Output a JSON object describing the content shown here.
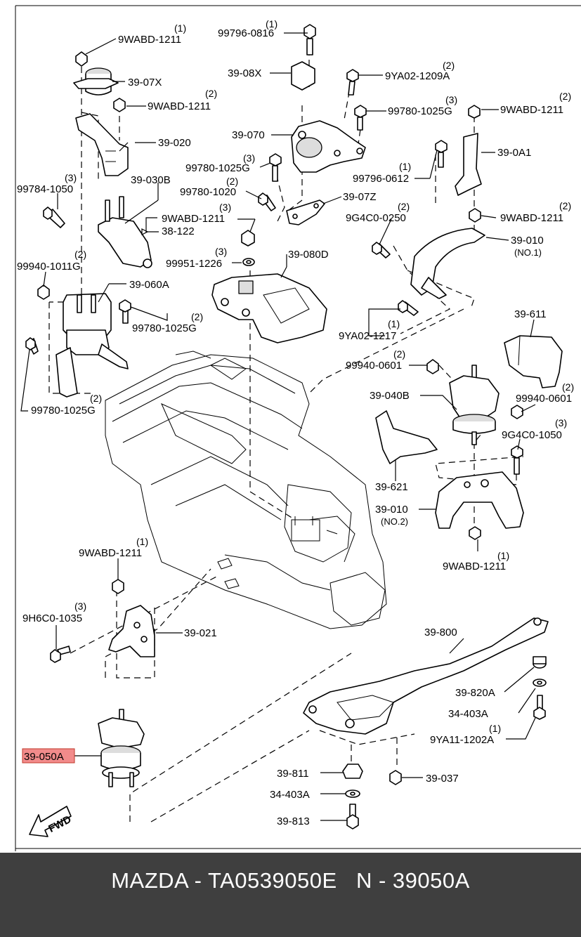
{
  "diagram": {
    "highlight_color": "#f28b8b",
    "fwd_label": "FWD",
    "parts": [
      {
        "id": "p1",
        "code": "9WABD-1211",
        "qty": "(1)"
      },
      {
        "id": "p2",
        "code": "99796-0816",
        "qty": "(1)"
      },
      {
        "id": "p3",
        "code": "39-07X",
        "qty": ""
      },
      {
        "id": "p4",
        "code": "39-08X",
        "qty": ""
      },
      {
        "id": "p5",
        "code": "9YA02-1209A",
        "qty": "(2)"
      },
      {
        "id": "p6",
        "code": "9WABD-1211",
        "qty": "(2)"
      },
      {
        "id": "p7",
        "code": "99780-1025G",
        "qty": "(3)"
      },
      {
        "id": "p8",
        "code": "9WABD-1211",
        "qty": "(2)"
      },
      {
        "id": "p9",
        "code": "39-070",
        "qty": ""
      },
      {
        "id": "p10",
        "code": "39-020",
        "qty": ""
      },
      {
        "id": "p11",
        "code": "39-0A1",
        "qty": ""
      },
      {
        "id": "p12",
        "code": "99780-1025G",
        "qty": "(3)"
      },
      {
        "id": "p13",
        "code": "99796-0612",
        "qty": "(1)"
      },
      {
        "id": "p14",
        "code": "99784-1050",
        "qty": "(3)"
      },
      {
        "id": "p15",
        "code": "39-030B",
        "qty": ""
      },
      {
        "id": "p16",
        "code": "99780-1020",
        "qty": "(2)"
      },
      {
        "id": "p17",
        "code": "39-07Z",
        "qty": ""
      },
      {
        "id": "p18",
        "code": "9WABD-1211",
        "qty": "(3)"
      },
      {
        "id": "p19",
        "code": "38-122",
        "qty": ""
      },
      {
        "id": "p20",
        "code": "9G4C0-0250",
        "qty": "(2)"
      },
      {
        "id": "p21",
        "code": "9WABD-1211",
        "qty": "(2)"
      },
      {
        "id": "p22",
        "code": "39-010",
        "qty": "",
        "note": "(NO.1)"
      },
      {
        "id": "p23",
        "code": "99940-1011G",
        "qty": "(2)"
      },
      {
        "id": "p24",
        "code": "99951-1226",
        "qty": "(3)"
      },
      {
        "id": "p25",
        "code": "39-080D",
        "qty": ""
      },
      {
        "id": "p26",
        "code": "39-060A",
        "qty": ""
      },
      {
        "id": "p27",
        "code": "99780-1025G",
        "qty": "(2)"
      },
      {
        "id": "p28",
        "code": "39-611",
        "qty": ""
      },
      {
        "id": "p29",
        "code": "9YA02-1217",
        "qty": "(1)"
      },
      {
        "id": "p30",
        "code": "99940-0601",
        "qty": "(2)"
      },
      {
        "id": "p31",
        "code": "39-040B",
        "qty": ""
      },
      {
        "id": "p32",
        "code": "99940-0601",
        "qty": "(2)"
      },
      {
        "id": "p33",
        "code": "9G4C0-1050",
        "qty": "(3)"
      },
      {
        "id": "p34",
        "code": "99780-1025G",
        "qty": "(2)"
      },
      {
        "id": "p35",
        "code": "39-621",
        "qty": ""
      },
      {
        "id": "p36",
        "code": "39-010",
        "qty": "",
        "note": "(NO.2)"
      },
      {
        "id": "p37",
        "code": "9WABD-1211",
        "qty": "(1)"
      },
      {
        "id": "p38",
        "code": "9WABD-1211",
        "qty": "(1)"
      },
      {
        "id": "p39",
        "code": "9H6C0-1035",
        "qty": "(3)"
      },
      {
        "id": "p40",
        "code": "39-021",
        "qty": ""
      },
      {
        "id": "p41",
        "code": "39-800",
        "qty": ""
      },
      {
        "id": "p42",
        "code": "39-820A",
        "qty": ""
      },
      {
        "id": "p43",
        "code": "34-403A",
        "qty": ""
      },
      {
        "id": "p44",
        "code": "9YA11-1202A",
        "qty": "(1)"
      },
      {
        "id": "p45",
        "code": "39-050A",
        "qty": "",
        "highlighted": true
      },
      {
        "id": "p46",
        "code": "39-811",
        "qty": ""
      },
      {
        "id": "p47",
        "code": "39-037",
        "qty": ""
      },
      {
        "id": "p48",
        "code": "34-403A",
        "qty": ""
      },
      {
        "id": "p49",
        "code": "39-813",
        "qty": ""
      }
    ]
  },
  "footer": {
    "background": "#3f3f3f",
    "caption": "MAZDA - TA0539050E   N - 39050A"
  }
}
